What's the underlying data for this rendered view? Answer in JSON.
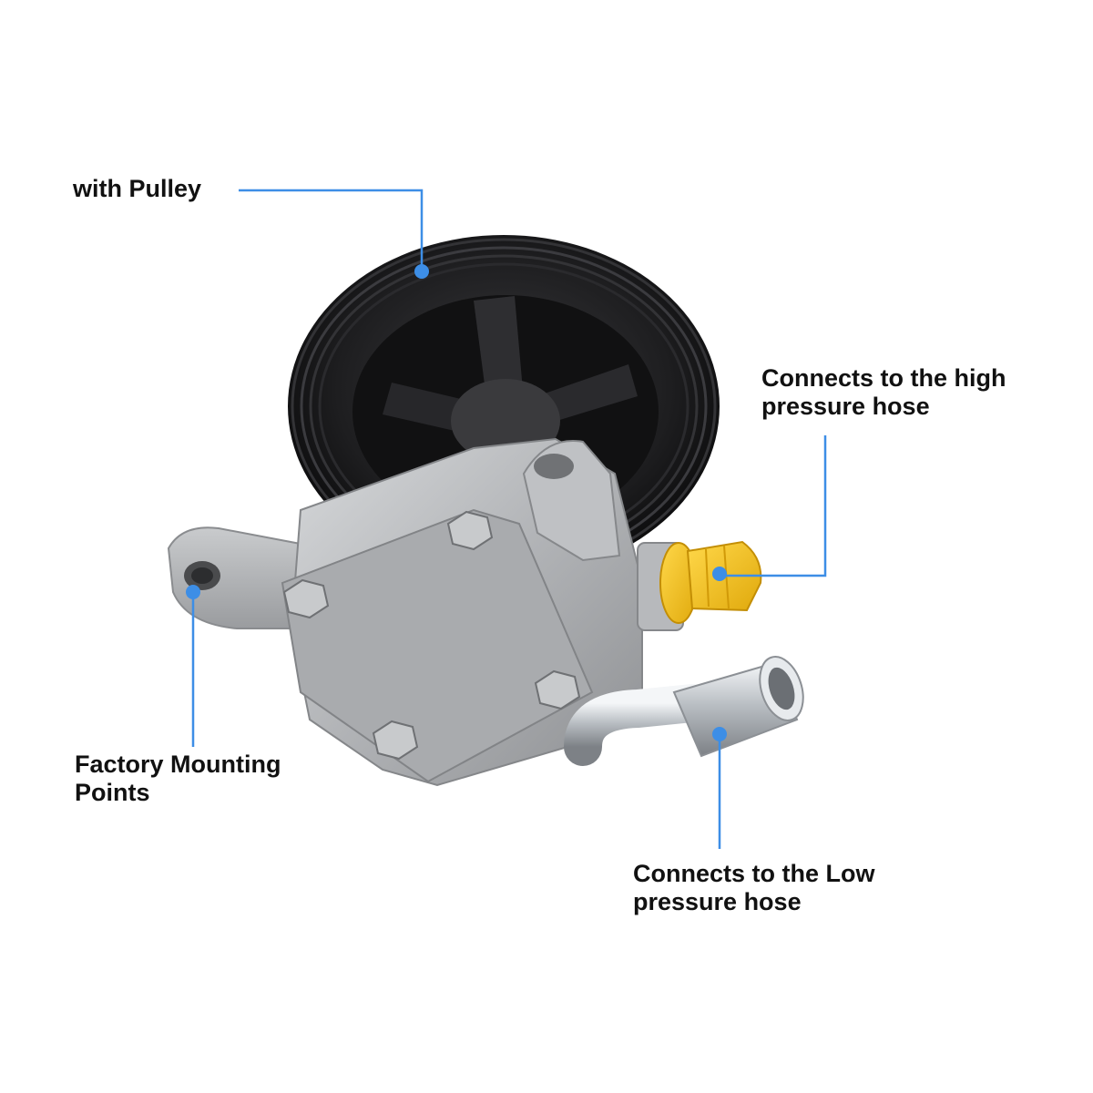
{
  "callouts": {
    "pulley": {
      "lines": [
        "with Pulley"
      ]
    },
    "high_pressure": {
      "lines": [
        "Connects to the high",
        "pressure hose"
      ]
    },
    "mounting": {
      "lines": [
        "Factory Mounting",
        "Points"
      ]
    },
    "low_pressure": {
      "lines": [
        "Connects to the Low",
        "pressure hose"
      ]
    }
  },
  "colors": {
    "callout_line": "#3d8ee6",
    "pulley_rubber": "#1c1c1e",
    "housing_metal": "#b4b6b8",
    "plug_yellow": "#f3c21c",
    "chrome_pipe": "#d2d6da"
  },
  "icons": [
    "pulley-icon",
    "pump-housing-icon",
    "mounting-bracket-icon",
    "high-pressure-plug-icon",
    "low-pressure-pipe-icon"
  ]
}
